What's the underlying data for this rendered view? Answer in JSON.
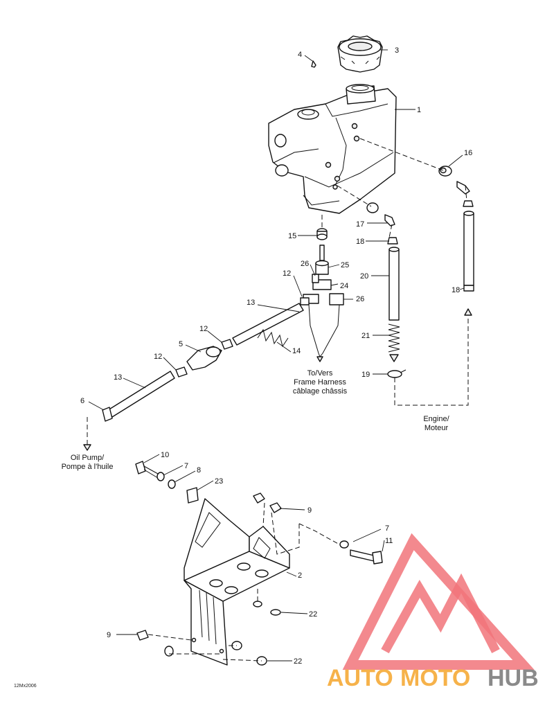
{
  "callouts": {
    "c1": "1",
    "c2": "2",
    "c3": "3",
    "c4": "4",
    "c5": "5",
    "c6": "6",
    "c7a": "7",
    "c7b": "7",
    "c8": "8",
    "c9a": "9",
    "c9b": "9",
    "c10": "10",
    "c11": "11",
    "c12a": "12",
    "c12b": "12",
    "c12c": "12",
    "c13a": "13",
    "c13b": "13",
    "c14": "14",
    "c15": "15",
    "c16": "16",
    "c17": "17",
    "c18a": "18",
    "c18b": "18",
    "c19": "19",
    "c20": "20",
    "c21": "21",
    "c22a": "22",
    "c22b": "22",
    "c23": "23",
    "c24": "24",
    "c25": "25",
    "c26a": "26",
    "c26b": "26"
  },
  "notes": {
    "frame_harness": [
      "To/Vers",
      "Frame Harness",
      "câblage châssis"
    ],
    "engine": [
      "Engine/",
      "Moteur"
    ],
    "oil_pump": [
      "Oil Pump/",
      "Pompe à l'huile"
    ]
  },
  "figure_code": "12Mx2006",
  "watermark": {
    "part1": "AUTO",
    "part2": "MOTO",
    "part3": "HUB",
    "color_orange": "#f6b24a",
    "color_red": "#f1747a",
    "color_gray": "#8a8a8a"
  }
}
